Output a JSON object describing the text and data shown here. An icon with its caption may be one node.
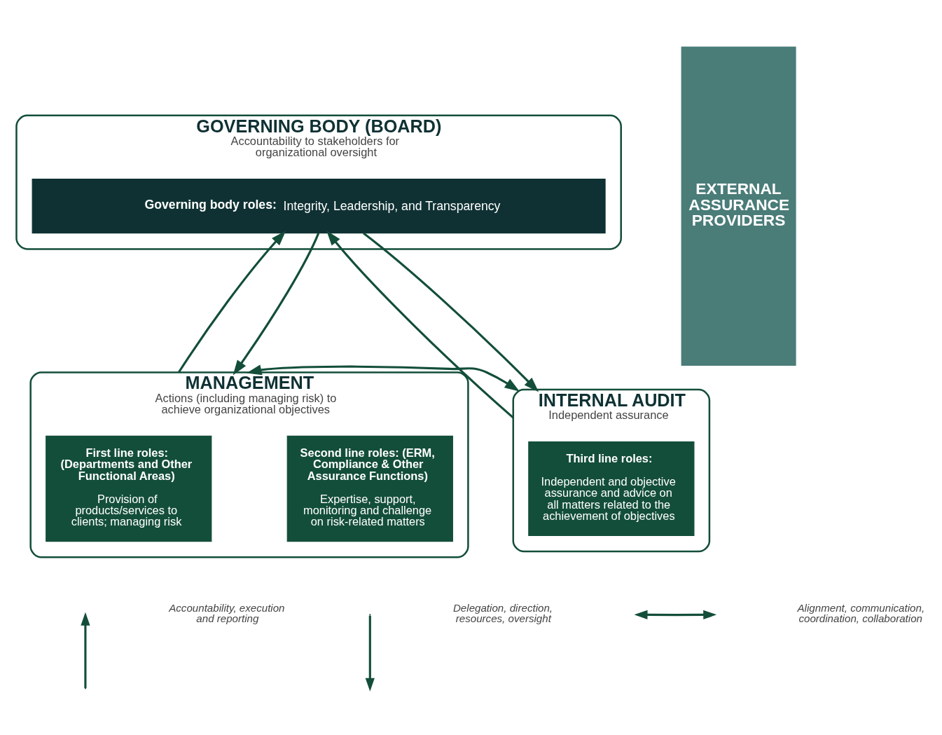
{
  "diagram": {
    "nodes": [
      {
        "text": [
          "GOVERNING BODY (BOARD)",
          "Accountability to stakeholders for organizational oversight"
        ]
      },
      {
        "text": [
          "**Governing body roles:** Integrity, Leadership, and Transparency"
        ],
        "in": 0
      },
      {
        "text": [
          "MANAGEMENT",
          "Actions (including managing risk) to achieve organizational objectives"
        ]
      },
      {
        "text": [
          "First line roles: (Departments and Other Functional Areas)",
          "Provision of products/services to clients; managing risk"
        ],
        "in": 2
      },
      {
        "text": [
          "Second line roles: (ERM, Compliance & Other Assurance Functions)",
          "Expertise, support, monitoring and challenge on risk-related matters"
        ],
        "in": 2
      },
      {
        "text": [
          "INTERNAL AUDIT",
          "Independent assurance"
        ]
      },
      {
        "text": [
          "Third line roles:",
          "Independent and objective assurance and advice on all matters related to the achievement of objectives"
        ],
        "in": 5
      },
      {
        "text": [
          "EXTERNAL ASSURANCE PROVIDERS"
        ]
      }
    ],
    "edges": [
      {
        "from": 1,
        "to": 2,
        "arrow": "to"
      },
      {
        "from": 2,
        "to": 1,
        "arrow": "to"
      },
      {
        "from": 1,
        "to": 5,
        "arrow": "to"
      },
      {
        "from": 5,
        "to": 1,
        "arrow": "to"
      },
      {
        "from": 2,
        "to": 5,
        "arrow": "both"
      }
    ],
    "legend": [
      {
        "text": "Accountability, execution and reporting"
      },
      {
        "text": "Delegation, direction, resources, oversight"
      },
      {
        "text": "Alignment, communication, coordination, collaboration"
      }
    ]
  }
}
